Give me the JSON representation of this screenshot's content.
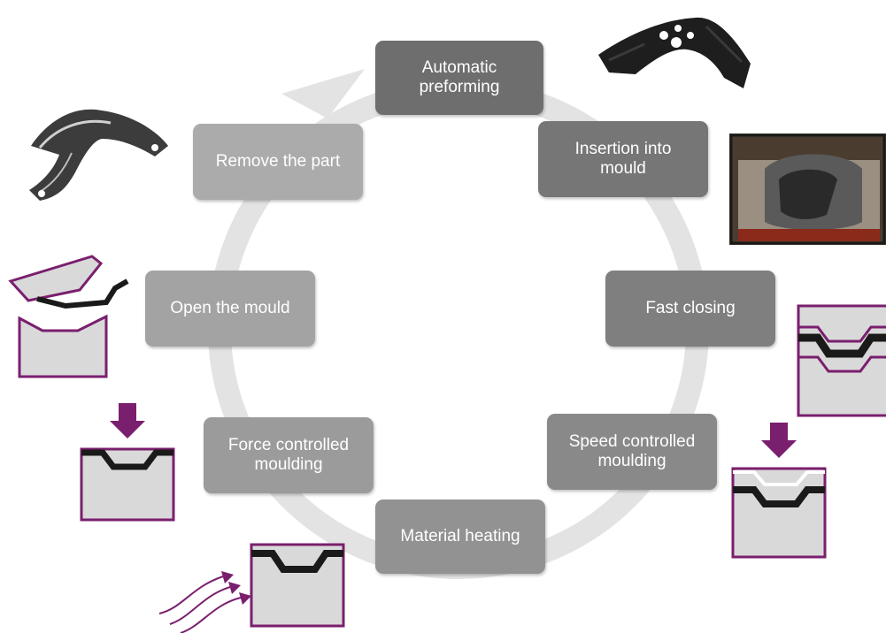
{
  "cycle": {
    "steps": [
      {
        "label": "Automatic\npreforming",
        "color": "#6e6e6e"
      },
      {
        "label": "Insertion into\nmould",
        "color": "#767676"
      },
      {
        "label": "Fast closing",
        "color": "#7f7f7f"
      },
      {
        "label": "Speed controlled\nmoulding",
        "color": "#898989"
      },
      {
        "label": "Material heating",
        "color": "#929292"
      },
      {
        "label": "Force controlled\nmoulding",
        "color": "#9b9b9b"
      },
      {
        "label": "Open the mould",
        "color": "#a3a3a3"
      },
      {
        "label": "Remove the part",
        "color": "#ababab"
      }
    ],
    "ring_color": "#e3e3e3"
  },
  "illustrations": {
    "mould_outline_color": "#7a1f6e",
    "mould_fill_color": "#d9d9d9",
    "arrow_color": "#7a1f6e",
    "part_color": "#1a1a1a"
  }
}
